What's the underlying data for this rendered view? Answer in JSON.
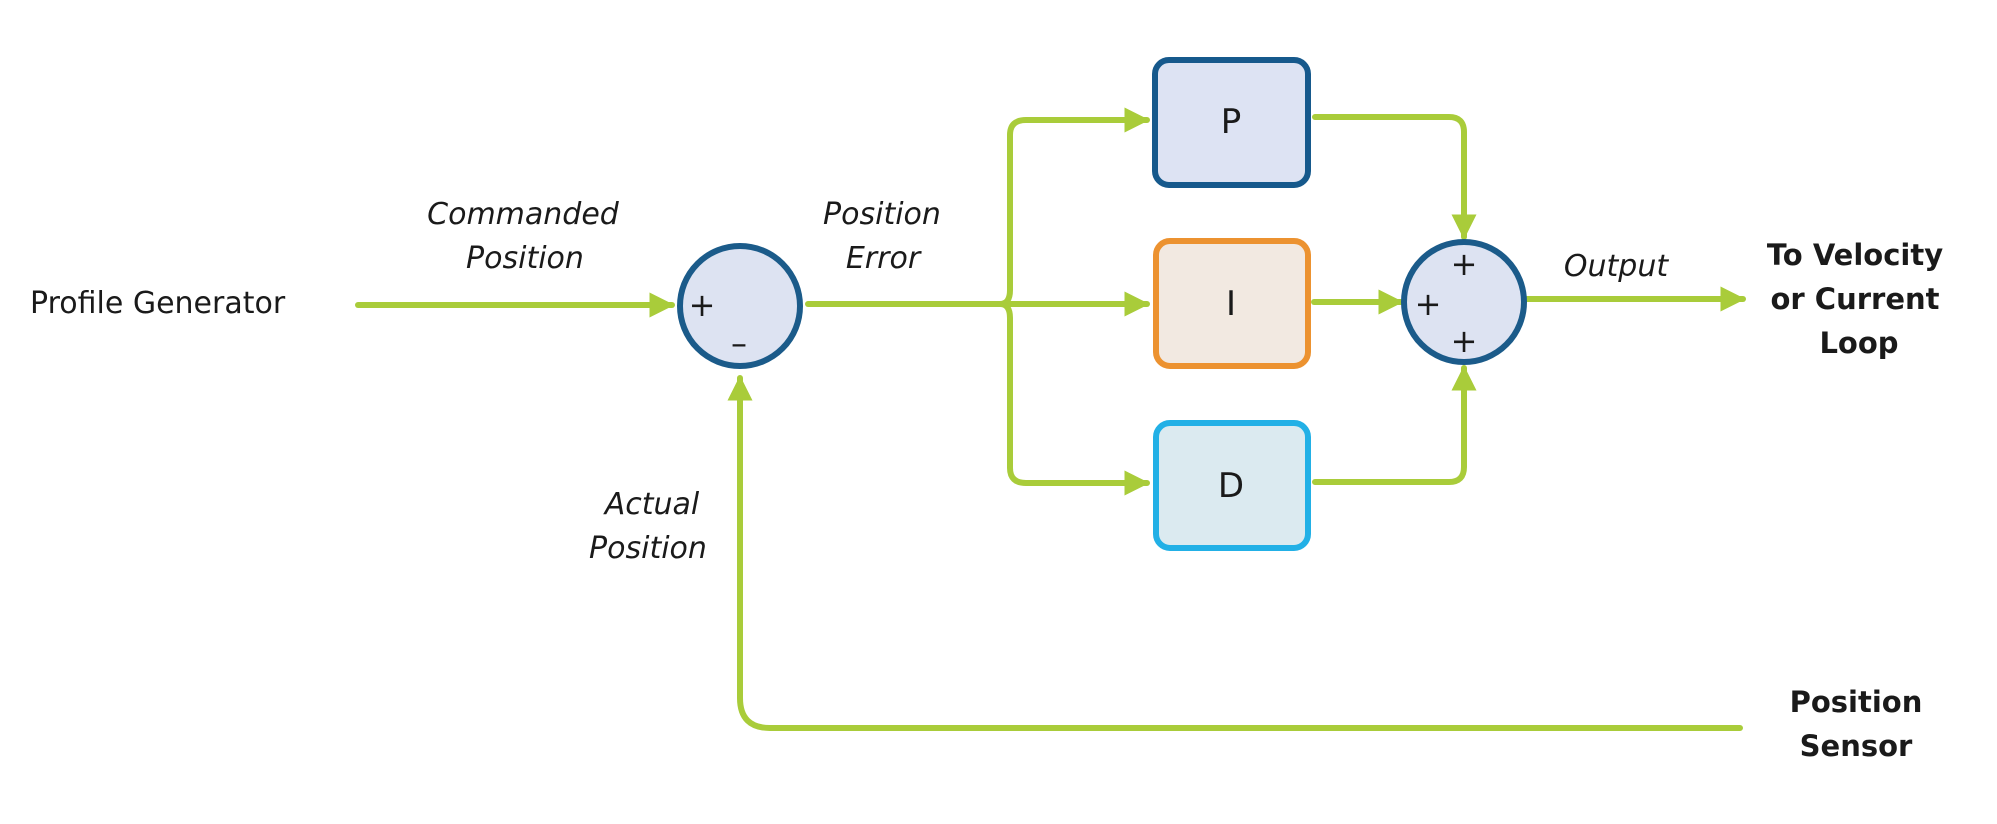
{
  "labels": {
    "profile_generator": "Profile Generator",
    "commanded_position_line1": "Commanded",
    "commanded_position_line2": "Position",
    "position_error_line1": "Position",
    "position_error_line2": "Error",
    "actual_position_line1": "Actual",
    "actual_position_line2": "Position",
    "output": "Output",
    "to_velocity_line1": "To Velocity",
    "to_velocity_line2": "or Current",
    "to_velocity_line3": "Loop",
    "position_sensor_line1": "Position",
    "position_sensor_line2": "Sensor"
  },
  "blocks": {
    "p": "P",
    "i": "I",
    "d": "D"
  },
  "summing_junction_1": {
    "plus": "+",
    "minus": "–"
  },
  "summing_junction_2": {
    "plus_top": "+",
    "plus_left": "+",
    "plus_bottom": "+"
  },
  "colors": {
    "wire": "#a9cc3a",
    "junction_stroke": "#1b5b8a",
    "junction_fill": "#dde3f2",
    "p_stroke": "#16598c",
    "p_fill": "#dde3f3",
    "i_stroke": "#ec9230",
    "i_fill": "#f2e9e1",
    "d_stroke": "#22b0e6",
    "d_fill": "#dbeaf0"
  }
}
